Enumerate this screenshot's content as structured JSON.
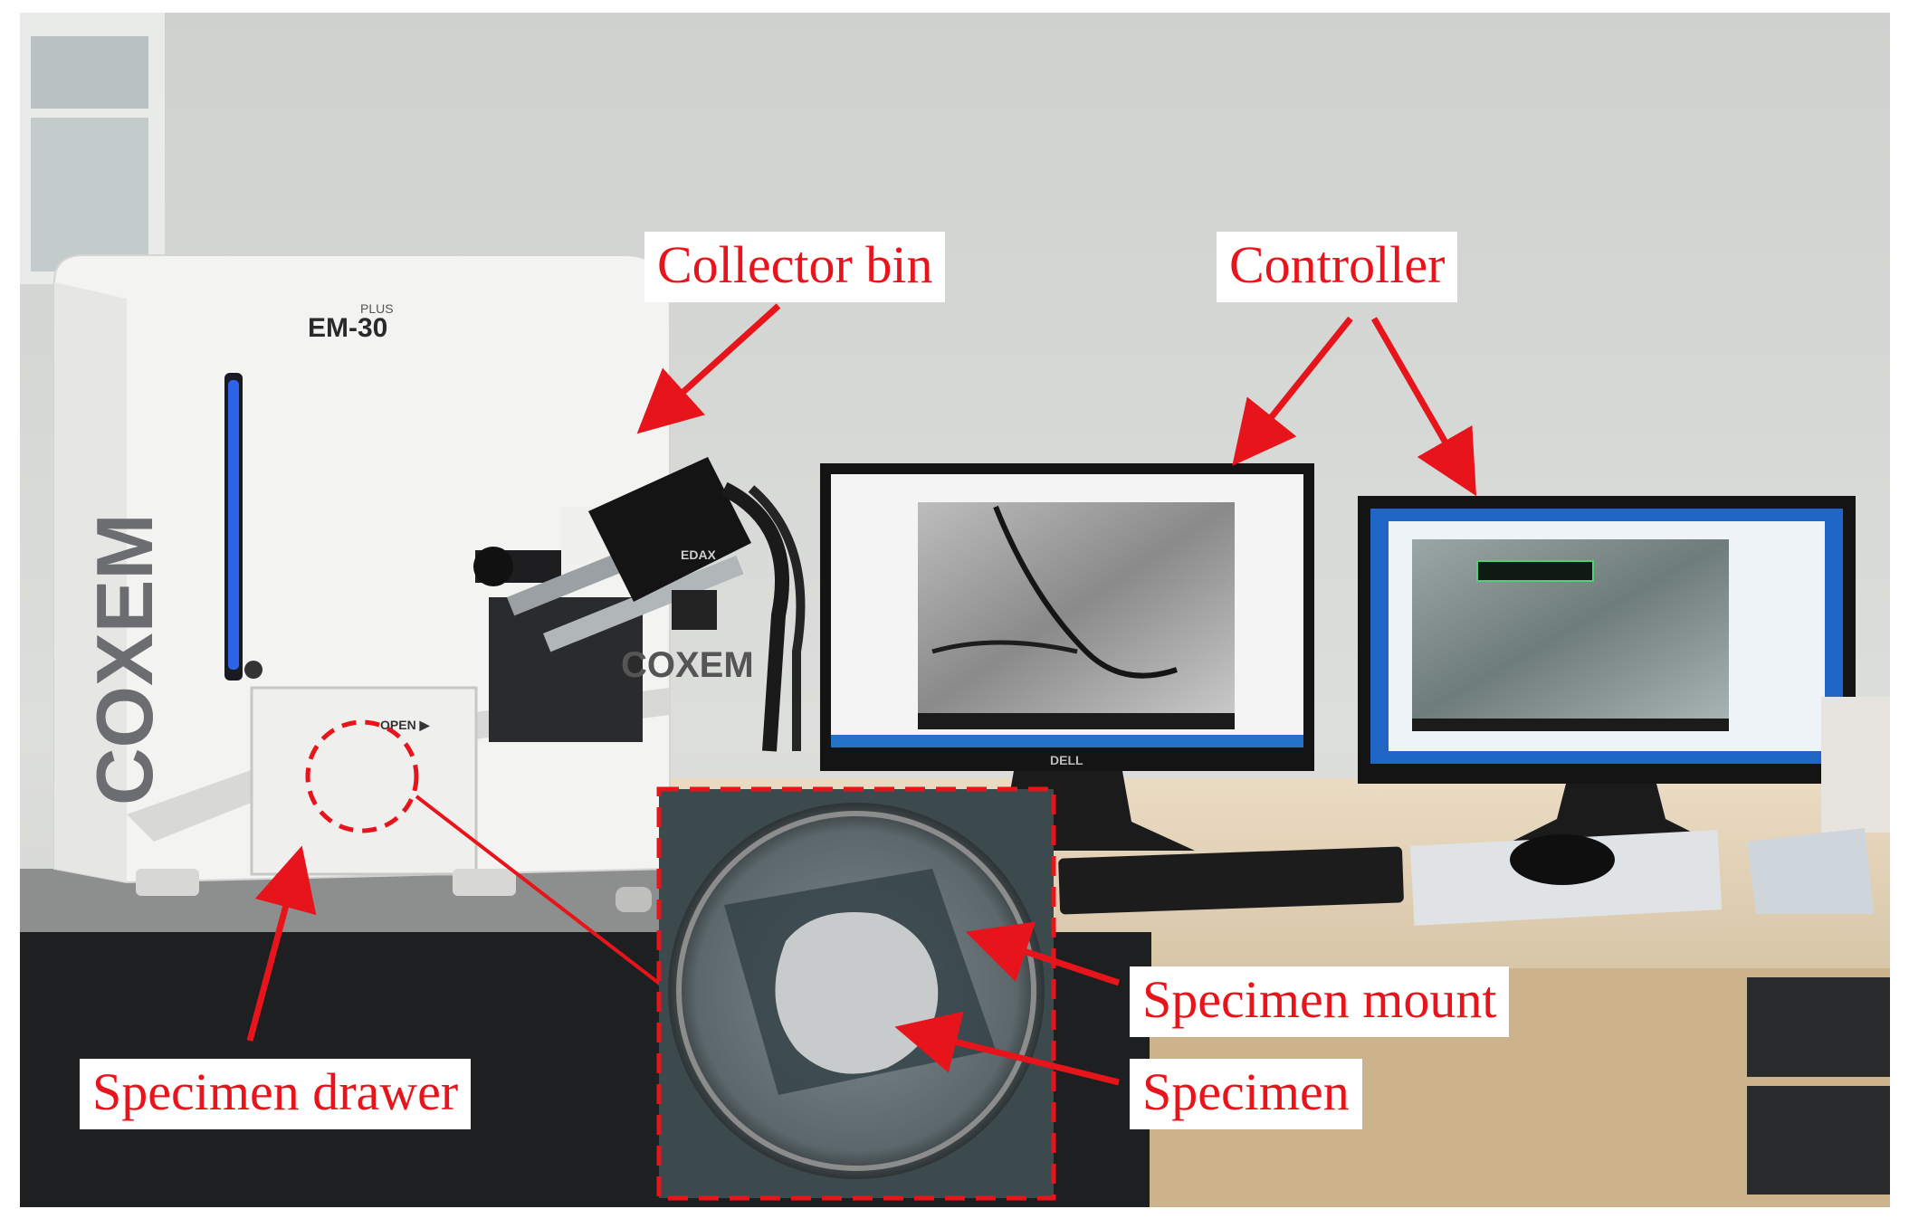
{
  "labels": {
    "collector_bin": "Collector bin",
    "controller": "Controller",
    "specimen_mount": "Specimen mount",
    "specimen": "Specimen",
    "specimen_drawer": "Specimen drawer"
  },
  "device": {
    "model": "EM-30",
    "model_suffix": "PLUS",
    "brand": "COXEM",
    "drawer_text": "OPEN ▶",
    "detector_brand": "EDAX",
    "monitor_brand": "DELL"
  },
  "colors": {
    "annotation_red": "#e8141b",
    "wall": "#d9dbd8",
    "desk": "#e6d6bd",
    "instrument": "#f3f3f1",
    "screen_blue": "#1e63c4",
    "led_blue": "#2f6bff"
  }
}
